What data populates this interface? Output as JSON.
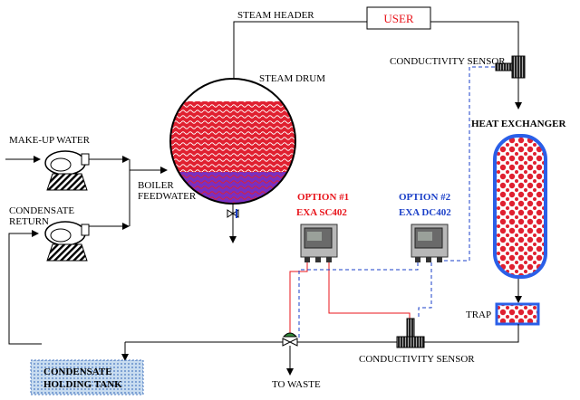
{
  "labels": {
    "steam_header": "STEAM HEADER",
    "user": "USER",
    "conductivity_sensor_top": "CONDUCTIVITY SENSOR",
    "steam_drum": "STEAM DRUM",
    "heat_exchanger": "HEAT EXCHANGER",
    "makeup_water": "MAKE-UP WATER",
    "boiler_feedwater_1": "BOILER",
    "boiler_feedwater_2": "FEEDWATER",
    "condensate_return_1": "CONDENSATE",
    "condensate_return_2": "RETURN",
    "option1_title": "OPTION #1",
    "option1_model": "EXA SC402",
    "option2_title": "OPTION #2",
    "option2_model": "EXA DC402",
    "trap": "TRAP",
    "to_waste": "TO WASTE",
    "conductivity_sensor_bottom": "CONDUCTIVITY SENSOR",
    "holding_tank_1": "CONDENSATE",
    "holding_tank_2": "HOLDING TANK"
  },
  "colors": {
    "water_red": "#e02030",
    "option1_line": "#e8141b",
    "option2_line": "#1a3fc8",
    "heat_exchanger_outline": "#2a5fe8",
    "holding_tank_fill": "#c8dcf0"
  }
}
